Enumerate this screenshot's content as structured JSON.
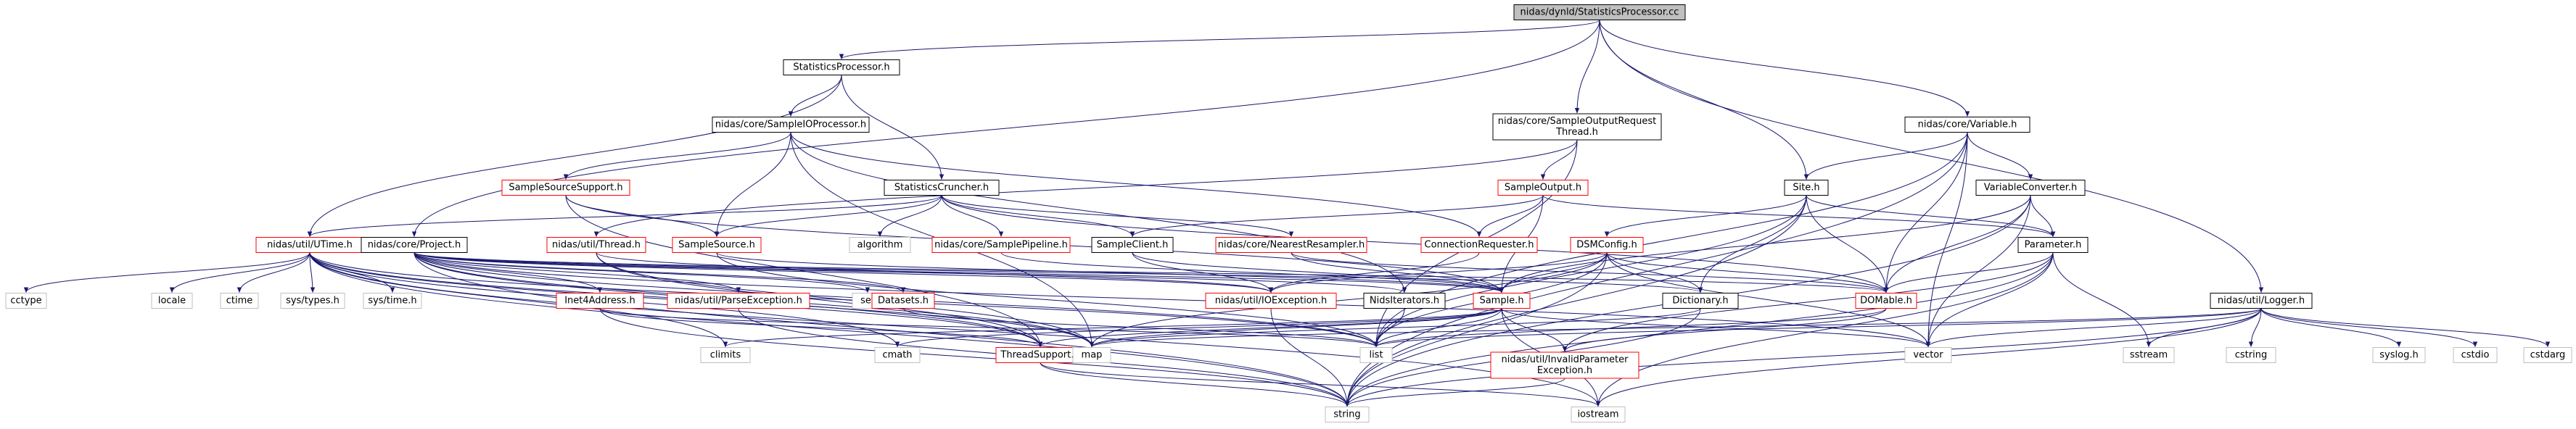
{
  "colors": {
    "edge": "#191970",
    "documented_border": "#000000",
    "undocumented_border": "#ff0000",
    "system_border": "#bfbfbf",
    "root_fill": "#bfbfbf",
    "text": "#000000"
  },
  "nodes": [
    {
      "id": "root",
      "lines": [
        "nidas/dynld/StatisticsProcessor.cc"
      ],
      "kind": "root"
    },
    {
      "id": "statproc_h",
      "lines": [
        "StatisticsProcessor.h"
      ],
      "kind": "documented"
    },
    {
      "id": "sampleio_h",
      "lines": [
        "nidas/core/SampleIOProcessor.h"
      ],
      "kind": "documented"
    },
    {
      "id": "sos_h",
      "lines": [
        "nidas/core/SampleOutputRequest",
        "Thread.h"
      ],
      "kind": "documented"
    },
    {
      "id": "variable_h",
      "lines": [
        "nidas/core/Variable.h"
      ],
      "kind": "documented"
    },
    {
      "id": "samplesrcsup_h",
      "lines": [
        "SampleSourceSupport.h"
      ],
      "kind": "undocumented"
    },
    {
      "id": "statcrunch_h",
      "lines": [
        "StatisticsCruncher.h"
      ],
      "kind": "documented"
    },
    {
      "id": "sampleoutput_h",
      "lines": [
        "SampleOutput.h"
      ],
      "kind": "undocumented"
    },
    {
      "id": "site_h",
      "lines": [
        "Site.h"
      ],
      "kind": "documented"
    },
    {
      "id": "varconv_h",
      "lines": [
        "VariableConverter.h"
      ],
      "kind": "documented"
    },
    {
      "id": "utime_h",
      "lines": [
        "nidas/util/UTime.h"
      ],
      "kind": "undocumented"
    },
    {
      "id": "project_h",
      "lines": [
        "nidas/core/Project.h"
      ],
      "kind": "documented"
    },
    {
      "id": "thread_h",
      "lines": [
        "nidas/util/Thread.h"
      ],
      "kind": "undocumented"
    },
    {
      "id": "samplesource_h",
      "lines": [
        "SampleSource.h"
      ],
      "kind": "undocumented"
    },
    {
      "id": "algorithm",
      "lines": [
        "algorithm"
      ],
      "kind": "system"
    },
    {
      "id": "pipeline_h",
      "lines": [
        "nidas/core/SamplePipeline.h"
      ],
      "kind": "undocumented"
    },
    {
      "id": "sampleclient_h",
      "lines": [
        "SampleClient.h"
      ],
      "kind": "documented"
    },
    {
      "id": "nearest_h",
      "lines": [
        "nidas/core/NearestResampler.h"
      ],
      "kind": "undocumented"
    },
    {
      "id": "connreq_h",
      "lines": [
        "ConnectionRequester.h"
      ],
      "kind": "undocumented"
    },
    {
      "id": "dsmconfig_h",
      "lines": [
        "DSMConfig.h"
      ],
      "kind": "undocumented"
    },
    {
      "id": "parameter_h",
      "lines": [
        "Parameter.h"
      ],
      "kind": "documented"
    },
    {
      "id": "logger_h",
      "lines": [
        "nidas/util/Logger.h"
      ],
      "kind": "documented"
    },
    {
      "id": "cctype",
      "lines": [
        "cctype"
      ],
      "kind": "system"
    },
    {
      "id": "locale",
      "lines": [
        "locale"
      ],
      "kind": "system"
    },
    {
      "id": "ctime",
      "lines": [
        "ctime"
      ],
      "kind": "system"
    },
    {
      "id": "systypes_h",
      "lines": [
        "sys/types.h"
      ],
      "kind": "system"
    },
    {
      "id": "systime_h",
      "lines": [
        "sys/time.h"
      ],
      "kind": "system"
    },
    {
      "id": "inet4_h",
      "lines": [
        "Inet4Address.h"
      ],
      "kind": "undocumented"
    },
    {
      "id": "parseexc_h",
      "lines": [
        "nidas/util/ParseException.h"
      ],
      "kind": "undocumented"
    },
    {
      "id": "set",
      "lines": [
        "set"
      ],
      "kind": "system"
    },
    {
      "id": "datasets_h",
      "lines": [
        "Datasets.h"
      ],
      "kind": "undocumented"
    },
    {
      "id": "ioexc_h",
      "lines": [
        "nidas/util/IOException.h"
      ],
      "kind": "undocumented"
    },
    {
      "id": "nidsiter_h",
      "lines": [
        "NidsIterators.h"
      ],
      "kind": "documented"
    },
    {
      "id": "sample_h",
      "lines": [
        "Sample.h"
      ],
      "kind": "undocumented"
    },
    {
      "id": "dictionary_h",
      "lines": [
        "Dictionary.h"
      ],
      "kind": "documented"
    },
    {
      "id": "domable_h",
      "lines": [
        "DOMable.h"
      ],
      "kind": "undocumented"
    },
    {
      "id": "climits",
      "lines": [
        "climits"
      ],
      "kind": "system"
    },
    {
      "id": "cmath",
      "lines": [
        "cmath"
      ],
      "kind": "system"
    },
    {
      "id": "threadsupport_h",
      "lines": [
        "ThreadSupport.h"
      ],
      "kind": "undocumented"
    },
    {
      "id": "map",
      "lines": [
        "map"
      ],
      "kind": "system"
    },
    {
      "id": "list",
      "lines": [
        "list"
      ],
      "kind": "system"
    },
    {
      "id": "invalidparam_h",
      "lines": [
        "nidas/util/InvalidParameter",
        "Exception.h"
      ],
      "kind": "undocumented"
    },
    {
      "id": "vector",
      "lines": [
        "vector"
      ],
      "kind": "system"
    },
    {
      "id": "sstream",
      "lines": [
        "sstream"
      ],
      "kind": "system"
    },
    {
      "id": "cstring",
      "lines": [
        "cstring"
      ],
      "kind": "system"
    },
    {
      "id": "syslog_h",
      "lines": [
        "syslog.h"
      ],
      "kind": "system"
    },
    {
      "id": "cstdio",
      "lines": [
        "cstdio"
      ],
      "kind": "system"
    },
    {
      "id": "cstdarg",
      "lines": [
        "cstdarg"
      ],
      "kind": "system"
    },
    {
      "id": "string",
      "lines": [
        "string"
      ],
      "kind": "system"
    },
    {
      "id": "iostream",
      "lines": [
        "iostream"
      ],
      "kind": "system"
    }
  ],
  "edges": [
    [
      "root",
      "statproc_h"
    ],
    [
      "root",
      "project_h"
    ],
    [
      "root",
      "sos_h"
    ],
    [
      "root",
      "site_h"
    ],
    [
      "root",
      "variable_h"
    ],
    [
      "root",
      "logger_h"
    ],
    [
      "statproc_h",
      "sampleio_h"
    ],
    [
      "statproc_h",
      "statcrunch_h"
    ],
    [
      "statproc_h",
      "utime_h"
    ],
    [
      "sampleio_h",
      "samplesrcsup_h"
    ],
    [
      "sampleio_h",
      "samplesource_h"
    ],
    [
      "sampleio_h",
      "connreq_h"
    ],
    [
      "sampleio_h",
      "nidsiter_h"
    ],
    [
      "sampleio_h",
      "map"
    ],
    [
      "samplesrcsup_h",
      "samplesource_h"
    ],
    [
      "samplesrcsup_h",
      "sample_h"
    ],
    [
      "samplesrcsup_h",
      "threadsupport_h"
    ],
    [
      "statcrunch_h",
      "utime_h"
    ],
    [
      "statcrunch_h",
      "samplesource_h"
    ],
    [
      "statcrunch_h",
      "algorithm"
    ],
    [
      "statcrunch_h",
      "pipeline_h"
    ],
    [
      "statcrunch_h",
      "sampleclient_h"
    ],
    [
      "statcrunch_h",
      "nearest_h"
    ],
    [
      "statcrunch_h",
      "domable_h"
    ],
    [
      "sos_h",
      "thread_h"
    ],
    [
      "sos_h",
      "sampleoutput_h"
    ],
    [
      "sos_h",
      "list"
    ],
    [
      "sampleoutput_h",
      "sampleclient_h"
    ],
    [
      "sampleoutput_h",
      "connreq_h"
    ],
    [
      "sampleoutput_h",
      "parameter_h"
    ],
    [
      "sampleoutput_h",
      "sample_h"
    ],
    [
      "variable_h",
      "site_h"
    ],
    [
      "variable_h",
      "varconv_h"
    ],
    [
      "variable_h",
      "domable_h"
    ],
    [
      "variable_h",
      "string"
    ],
    [
      "variable_h",
      "vector"
    ],
    [
      "variable_h",
      "list"
    ],
    [
      "site_h",
      "dsmconfig_h"
    ],
    [
      "site_h",
      "parameter_h"
    ],
    [
      "site_h",
      "domable_h"
    ],
    [
      "site_h",
      "dictionary_h"
    ],
    [
      "site_h",
      "list"
    ],
    [
      "site_h",
      "string"
    ],
    [
      "varconv_h",
      "parameter_h"
    ],
    [
      "varconv_h",
      "domable_h"
    ],
    [
      "varconv_h",
      "sample_h"
    ],
    [
      "varconv_h",
      "vector"
    ],
    [
      "varconv_h",
      "string"
    ],
    [
      "parameter_h",
      "domable_h"
    ],
    [
      "parameter_h",
      "vector"
    ],
    [
      "parameter_h",
      "string"
    ],
    [
      "parameter_h",
      "sstream"
    ],
    [
      "parameter_h",
      "iostream"
    ],
    [
      "parameter_h",
      "invalidparam_h"
    ],
    [
      "project_h",
      "inet4_h"
    ],
    [
      "project_h",
      "parseexc_h"
    ],
    [
      "project_h",
      "datasets_h"
    ],
    [
      "project_h",
      "ioexc_h"
    ],
    [
      "project_h",
      "nidsiter_h"
    ],
    [
      "project_h",
      "sample_h"
    ],
    [
      "project_h",
      "dictionary_h"
    ],
    [
      "project_h",
      "domable_h"
    ],
    [
      "project_h",
      "set"
    ],
    [
      "project_h",
      "map"
    ],
    [
      "project_h",
      "list"
    ],
    [
      "project_h",
      "string"
    ],
    [
      "project_h",
      "threadsupport_h"
    ],
    [
      "project_h",
      "vector"
    ],
    [
      "utime_h",
      "cctype"
    ],
    [
      "utime_h",
      "locale"
    ],
    [
      "utime_h",
      "ctime"
    ],
    [
      "utime_h",
      "systypes_h"
    ],
    [
      "utime_h",
      "systime_h"
    ],
    [
      "utime_h",
      "string"
    ],
    [
      "utime_h",
      "iostream"
    ],
    [
      "utime_h",
      "climits"
    ],
    [
      "utime_h",
      "cmath"
    ],
    [
      "utime_h",
      "threadsupport_h"
    ],
    [
      "utime_h",
      "map"
    ],
    [
      "utime_h",
      "list"
    ],
    [
      "thread_h",
      "threadsupport_h"
    ],
    [
      "thread_h",
      "ioexc_h"
    ],
    [
      "thread_h",
      "map"
    ],
    [
      "samplesource_h",
      "sample_h"
    ],
    [
      "samplesource_h",
      "list"
    ],
    [
      "pipeline_h",
      "sample_h"
    ],
    [
      "sampleclient_h",
      "ioexc_h"
    ],
    [
      "sampleclient_h",
      "sample_h"
    ],
    [
      "nearest_h",
      "sample_h"
    ],
    [
      "nearest_h",
      "domable_h"
    ],
    [
      "connreq_h",
      "ioexc_h"
    ],
    [
      "dsmconfig_h",
      "ioexc_h"
    ],
    [
      "dsmconfig_h",
      "sample_h"
    ],
    [
      "dsmconfig_h",
      "dictionary_h"
    ],
    [
      "dsmconfig_h",
      "domable_h"
    ],
    [
      "dsmconfig_h",
      "list"
    ],
    [
      "dsmconfig_h",
      "vector"
    ],
    [
      "dsmconfig_h",
      "map"
    ],
    [
      "dsmconfig_h",
      "string"
    ],
    [
      "inet4_h",
      "string"
    ],
    [
      "inet4_h",
      "threadsupport_h"
    ],
    [
      "inet4_h",
      "list"
    ],
    [
      "parseexc_h",
      "string"
    ],
    [
      "datasets_h",
      "list"
    ],
    [
      "ioexc_h",
      "string"
    ],
    [
      "nidsiter_h",
      "list"
    ],
    [
      "sample_h",
      "threadsupport_h"
    ],
    [
      "sample_h",
      "map"
    ],
    [
      "sample_h",
      "cmath"
    ],
    [
      "sample_h",
      "climits"
    ],
    [
      "sample_h",
      "iostream"
    ],
    [
      "sample_h",
      "invalidparam_h"
    ],
    [
      "sample_h",
      "list"
    ],
    [
      "sample_h",
      "vector"
    ],
    [
      "dictionary_h",
      "string"
    ],
    [
      "dictionary_h",
      "map"
    ],
    [
      "domable_h",
      "list"
    ],
    [
      "domable_h",
      "invalidparam_h"
    ],
    [
      "threadsupport_h",
      "string"
    ],
    [
      "threadsupport_h",
      "iostream"
    ],
    [
      "invalidparam_h",
      "string"
    ],
    [
      "logger_h",
      "syslog_h"
    ],
    [
      "logger_h",
      "cstdio"
    ],
    [
      "logger_h",
      "cstdarg"
    ],
    [
      "logger_h",
      "cstring"
    ],
    [
      "logger_h",
      "sstream"
    ],
    [
      "logger_h",
      "string"
    ],
    [
      "logger_h",
      "iostream"
    ],
    [
      "logger_h",
      "list"
    ],
    [
      "logger_h",
      "vector"
    ],
    [
      "logger_h",
      "map"
    ]
  ]
}
